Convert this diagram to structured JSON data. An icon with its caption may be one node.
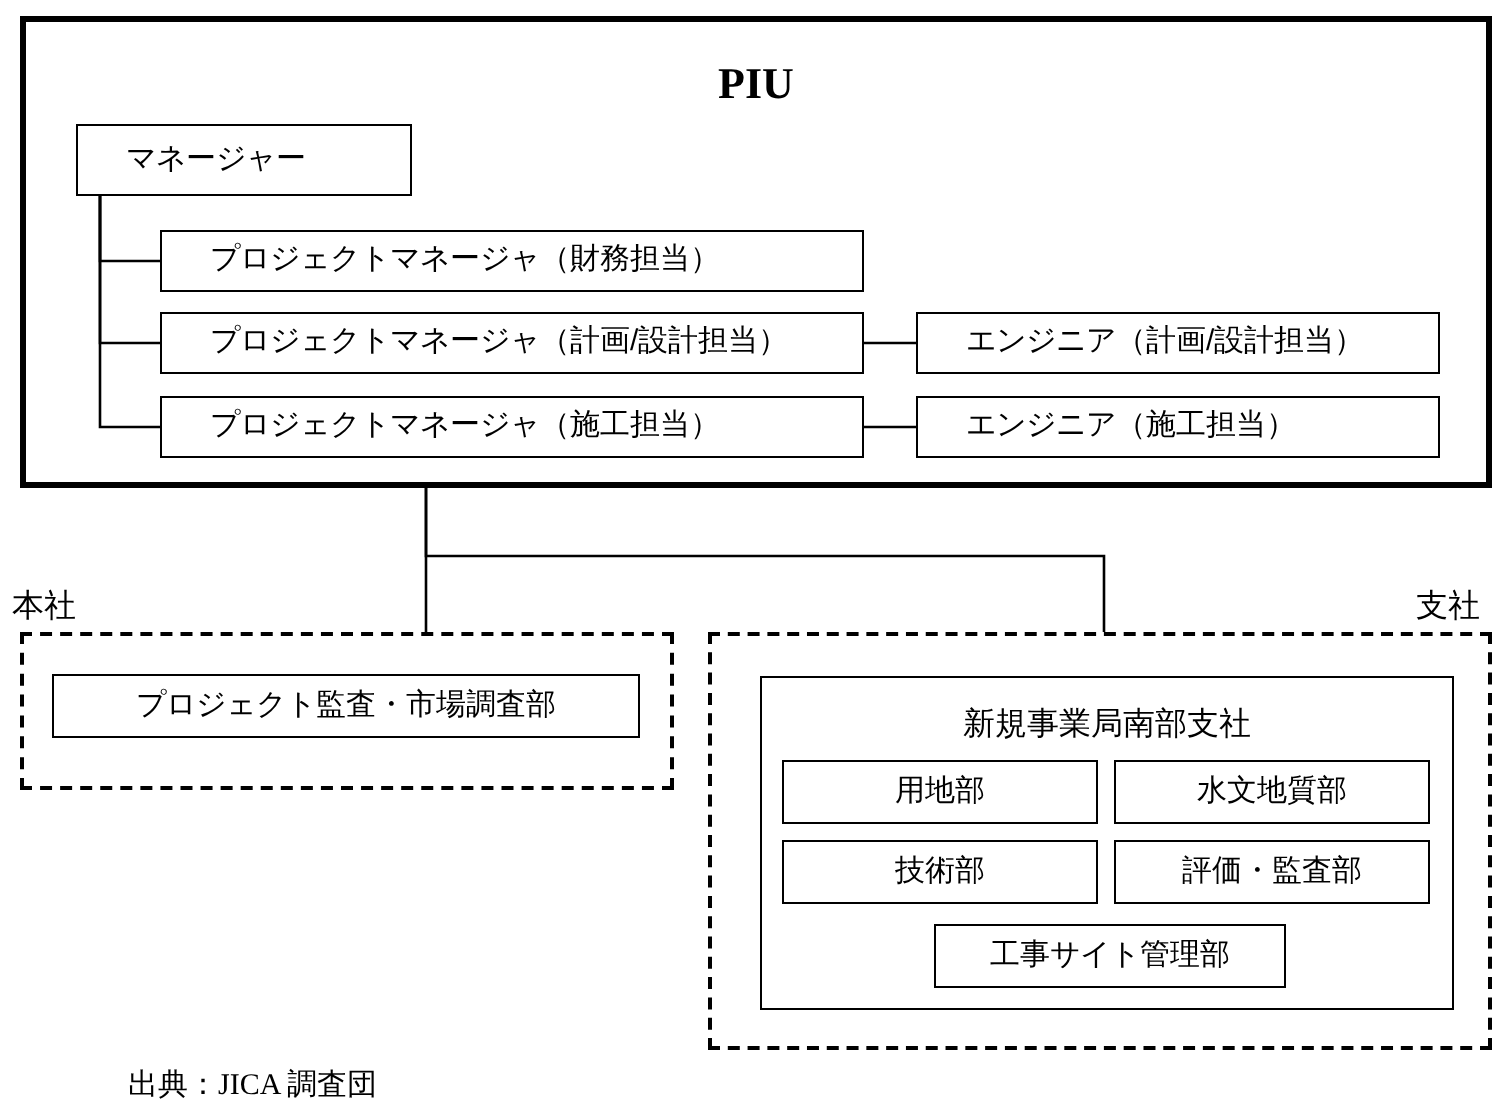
{
  "diagram": {
    "nodes": [
      {
        "text": [
          "PIU"
        ]
      },
      {
        "text": [
          "マネージャー"
        ],
        "in": 0
      },
      {
        "text": [
          "プロジェクトマネージャ（財務担当）"
        ],
        "in": 0
      },
      {
        "text": [
          "プロジェクトマネージャ（計画/設計担当）"
        ],
        "in": 0
      },
      {
        "text": [
          "エンジニア（計画/設計担当）"
        ],
        "in": 0
      },
      {
        "text": [
          "プロジェクトマネージャ（施工担当）"
        ],
        "in": 0
      },
      {
        "text": [
          "エンジニア（施工担当）"
        ],
        "in": 0
      },
      {
        "text": [
          "本社"
        ]
      },
      {
        "text": [
          "プロジェクト監査・市場調査部"
        ],
        "in": 7
      },
      {
        "text": [
          "支社"
        ]
      },
      {
        "text": [
          "新規事業局南部支社"
        ],
        "in": 9
      },
      {
        "text": [
          "用地部"
        ],
        "in": 10
      },
      {
        "text": [
          "水文地質部"
        ],
        "in": 10
      },
      {
        "text": [
          "技術部"
        ],
        "in": 10
      },
      {
        "text": [
          "評価・監査部"
        ],
        "in": 10
      },
      {
        "text": [
          "工事サイト管理部"
        ],
        "in": 10
      }
    ],
    "edges": [
      {
        "from": 1,
        "to": 2,
        "arrow": "none"
      },
      {
        "from": 1,
        "to": 3,
        "arrow": "none"
      },
      {
        "from": 1,
        "to": 5,
        "arrow": "none"
      },
      {
        "from": 3,
        "to": 4,
        "arrow": "none"
      },
      {
        "from": 5,
        "to": 6,
        "arrow": "none"
      },
      {
        "from": 0,
        "to": 7,
        "arrow": "none"
      },
      {
        "from": 0,
        "to": 9,
        "arrow": "none"
      }
    ],
    "labels": [
      "出典：JICA 調査団"
    ]
  }
}
